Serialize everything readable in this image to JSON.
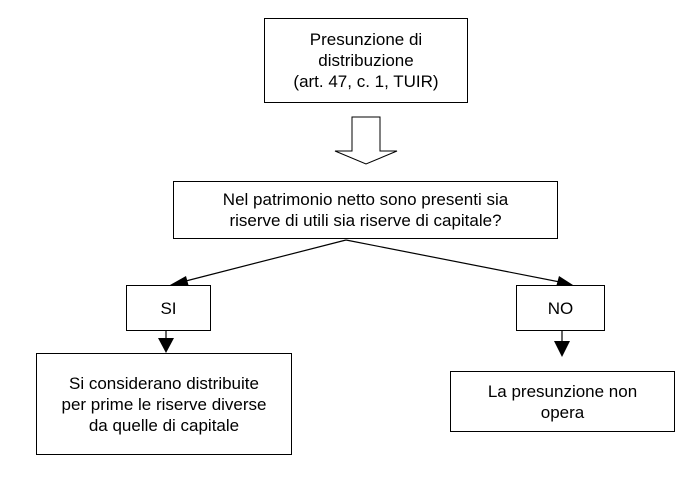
{
  "start": {
    "lines": [
      "Presunzione di",
      "distribuzione",
      "(art. 47, c. 1, TUIR)"
    ]
  },
  "question": {
    "lines": [
      "Nel patrimonio netto sono presenti sia",
      "riserve di utili sia riserve di capitale?"
    ]
  },
  "yes_branch": {
    "label": "SI",
    "outcome_lines": [
      "Si considerano distribuite",
      "per prime le riserve diverse",
      "da quelle di capitale"
    ]
  },
  "no_branch": {
    "label": "NO",
    "outcome_lines": [
      "La presunzione non",
      "opera"
    ]
  }
}
